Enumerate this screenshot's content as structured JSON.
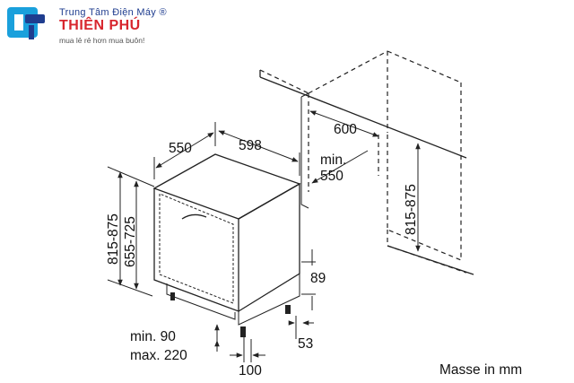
{
  "logo": {
    "line1": "Trung Tâm Điện Máy ®",
    "name": "THIÊN PHÚ",
    "slogan": "mua lẻ rẻ hơn mua buôn!"
  },
  "dimensions": {
    "width_top": "598",
    "depth_top": "550",
    "niche_width": "600",
    "niche_min_label": "min.",
    "niche_min_value": "550",
    "height_range_left": "815-875",
    "inner_height_range": "655-725",
    "height_range_right": "815-875",
    "toe_height": "89",
    "toe_depth": "53",
    "plinth_min": "min. 90",
    "plinth_max": "max. 220",
    "foot_offset": "100"
  },
  "units_note": "Masse in mm"
}
